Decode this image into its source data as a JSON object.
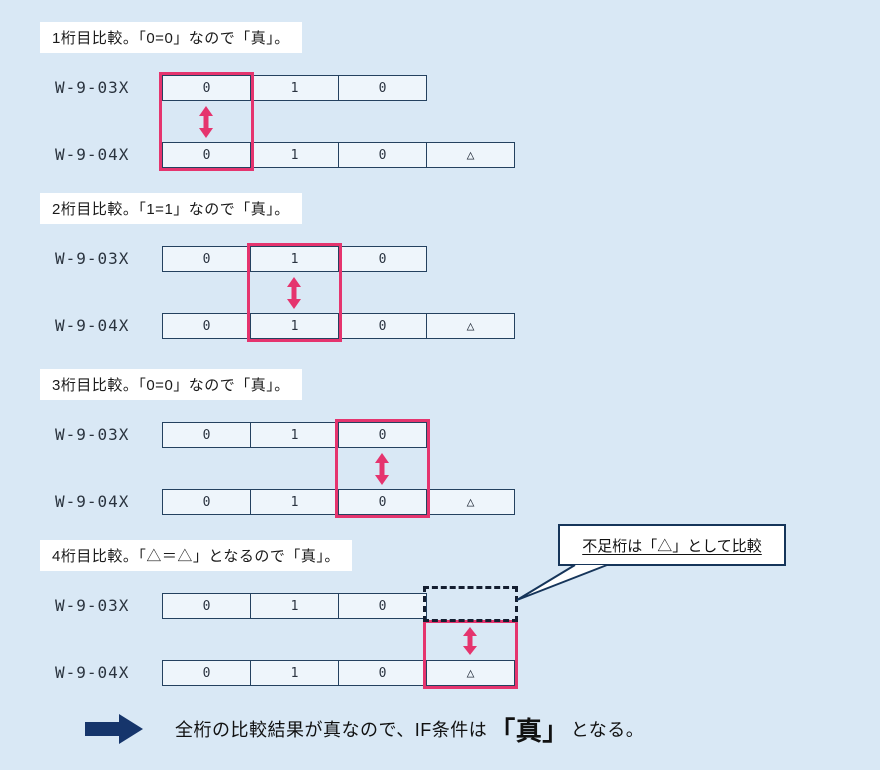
{
  "colors": {
    "page_bg": "#d9e8f5",
    "cell_bg": "#eef5fb",
    "border_navy": "#24415f",
    "highlight_pink": "#e5346e",
    "dark_navy": "#16356b",
    "label_bg": "#ffffff"
  },
  "records": {
    "top": {
      "label": "W-9-03X",
      "cells": [
        "0",
        "1",
        "0"
      ]
    },
    "bottom": {
      "label": "W-9-04X",
      "cells": [
        "0",
        "1",
        "0",
        "△"
      ]
    }
  },
  "steps": [
    {
      "title": "1桁目比較。「0=0」なので「真」。",
      "compare_digit": 1,
      "result": "真"
    },
    {
      "title": "2桁目比較。「1=1」なので「真」。",
      "compare_digit": 2,
      "result": "真"
    },
    {
      "title": "3桁目比較。「0=0」なので「真」。",
      "compare_digit": 3,
      "result": "真"
    },
    {
      "title": "4桁目比較。「△＝△」となるので「真」。",
      "compare_digit": 4,
      "result": "真"
    }
  ],
  "callout": {
    "text": "不足桁は「△」として比較"
  },
  "conclusion": {
    "prefix": "全桁の比較結果が真なので、IF条件は",
    "emphasis": "「真」",
    "suffix": "となる。"
  }
}
